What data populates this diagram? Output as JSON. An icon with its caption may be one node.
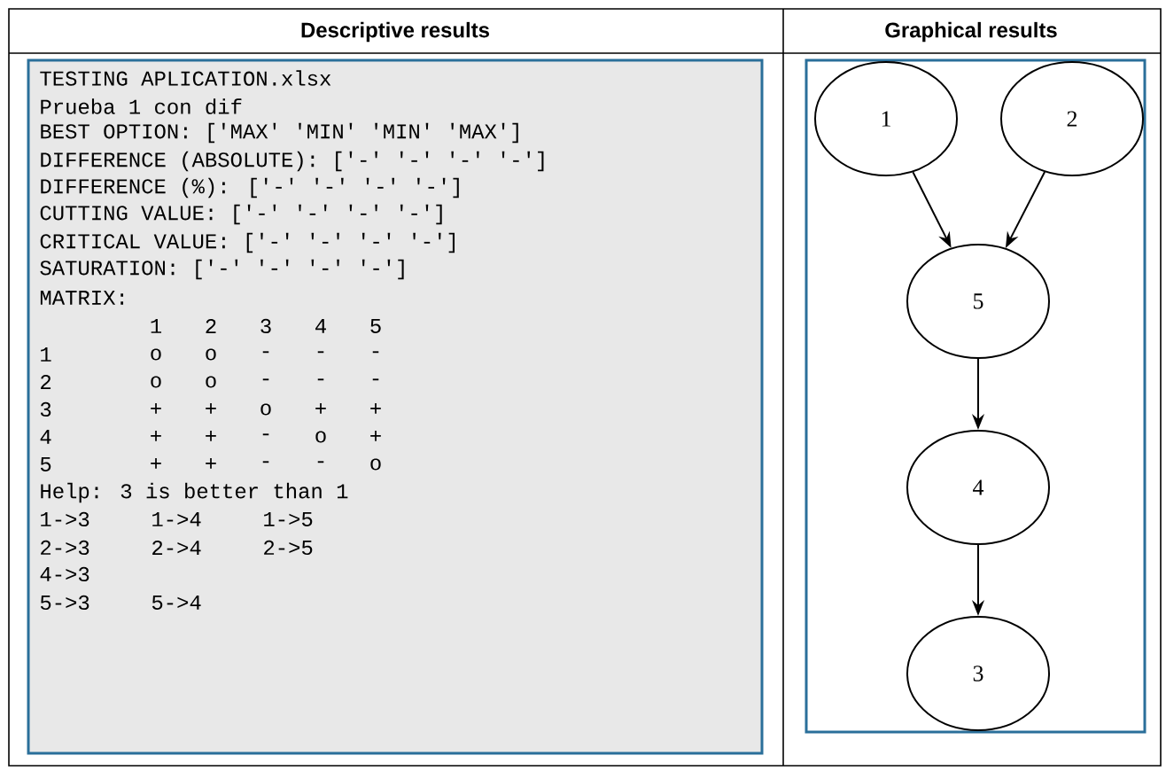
{
  "diagram": {
    "nodes": [
      {
        "text": [
          "1"
        ]
      },
      {
        "text": [
          "2"
        ]
      },
      {
        "text": [
          "5"
        ]
      },
      {
        "text": [
          "4"
        ]
      },
      {
        "text": [
          "3"
        ]
      }
    ],
    "edges": [
      {
        "from": 0,
        "to": 2,
        "arrow": "to"
      },
      {
        "from": 1,
        "to": 2,
        "arrow": "to"
      },
      {
        "from": 2,
        "to": 3,
        "arrow": "to"
      },
      {
        "from": 3,
        "to": 4,
        "arrow": "to"
      }
    ],
    "labels": [
      "Descriptive results",
      "Graphical results",
      "TESTING APLICATION.xlsx",
      "Prueba 1 con dif",
      "BEST OPTION: ['MAX' 'MIN' 'MIN' 'MAX']",
      "DIFFERENCE (ABSOLUTE): ['-' '-' '-' '-']",
      "DIFFERENCE (%): ['-' '-' '-' '-']",
      "CUTTING VALUE: ['-' '-' '-' '-']",
      "CRITICAL VALUE: ['-' '-' '-' '-']",
      "SATURATION: ['-' '-' '-' '-']",
      "MATRIX:",
      "1",
      "2",
      "3",
      "4",
      "5",
      "1",
      "o",
      "o",
      "-",
      "-",
      "-",
      "2",
      "o",
      "o",
      "-",
      "-",
      "-",
      "3",
      "+",
      "+",
      "o",
      "+",
      "+",
      "4",
      "+",
      "+",
      "-",
      "o",
      "+",
      "5",
      "+",
      "+",
      "-",
      "-",
      "o",
      "Help: 3 is better than 1",
      "1->3",
      "1->4",
      "1->5",
      "2->3",
      "2->4",
      "2->5",
      "4->3",
      "5->3",
      "5->4"
    ]
  }
}
